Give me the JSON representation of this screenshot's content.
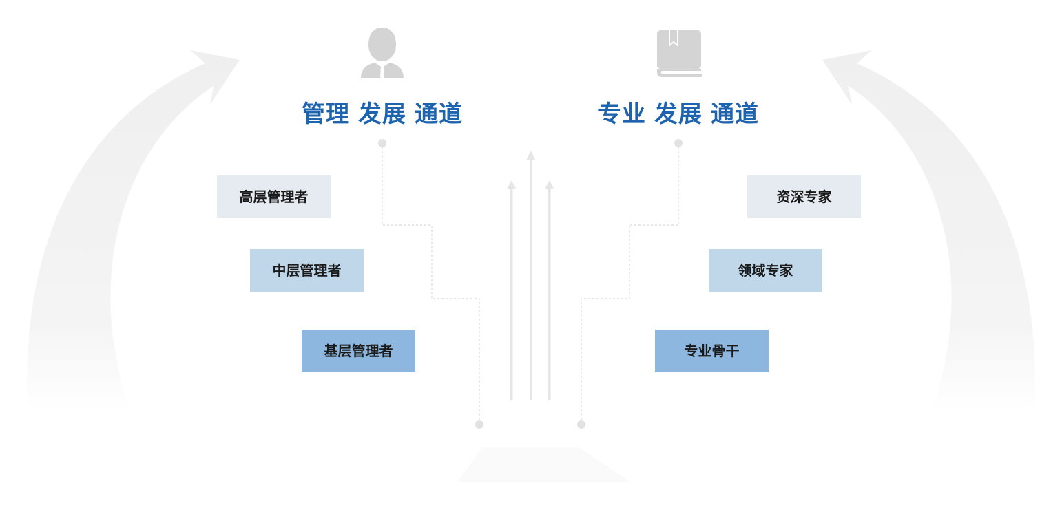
{
  "management": {
    "title_words": [
      "管理",
      "发展",
      "通道"
    ],
    "levels": [
      "高层管理者",
      "中层管理者",
      "基层管理者"
    ],
    "icon": "person-icon"
  },
  "professional": {
    "title_words": [
      "专业",
      "发展",
      "通道"
    ],
    "levels": [
      "资深专家",
      "领域专家",
      "专业骨干"
    ],
    "icon": "book-icon"
  },
  "colors": {
    "title": "#1e63ad",
    "level_top": "#e6ebf2",
    "level_mid": "#c0d7ea",
    "level_base": "#8db7df",
    "icon": "#d4d4d4",
    "connector": "#d8d8d8",
    "arrow_bg": "#f2f2f2"
  }
}
